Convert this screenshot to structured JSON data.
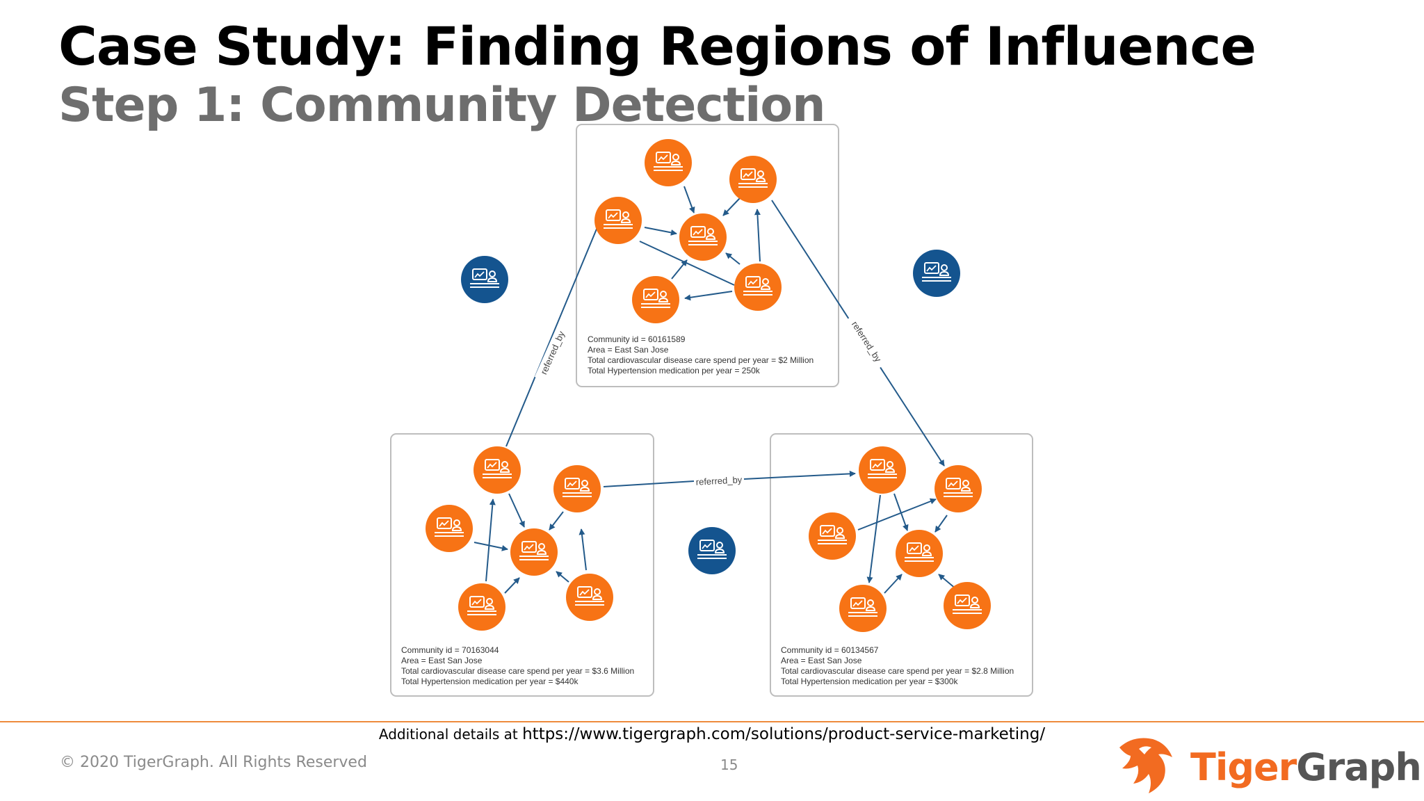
{
  "slide": {
    "title": "Case Study: Finding Regions of Influence",
    "subtitle_step": "Step 1:",
    "subtitle_topic": "Community Detection",
    "page_number": "15"
  },
  "diagram": {
    "communities": [
      {
        "id": "top",
        "lines": [
          "Community id = 60161589",
          "Area = East San Jose",
          "Total cardiovascular disease care spend per year = $2 Million",
          "Total Hypertension medication per year = 250k"
        ]
      },
      {
        "id": "bottom-left",
        "lines": [
          "Community id = 70163044",
          "Area = East San Jose",
          "Total cardiovascular disease care spend per year = $3.6 Million",
          "Total Hypertension medication per year = $440k"
        ]
      },
      {
        "id": "bottom-right",
        "lines": [
          "Community id = 60134567",
          "Area = East San Jose",
          "Total cardiovascular disease care spend per year = $2.8 Million",
          "Total Hypertension medication per year = $300k"
        ]
      }
    ],
    "edge_label": "referred_by",
    "node_icon": "analyst-at-computer-icon",
    "colors": {
      "community_node": "#f77315",
      "isolated_node": "#14548f",
      "edge": "#235a8a"
    }
  },
  "footer": {
    "note_prefix": "Additional details at",
    "note_url": "https://www.tigergraph.com/solutions/product-service-marketing/",
    "copyright": "© 2020 TigerGraph. All Rights Reserved",
    "logo_part1": "Tiger",
    "logo_part2": "Graph",
    "colors": {
      "rule": "#ee8a3c",
      "logo_orange": "#f26b21",
      "logo_gray": "#555555"
    }
  }
}
